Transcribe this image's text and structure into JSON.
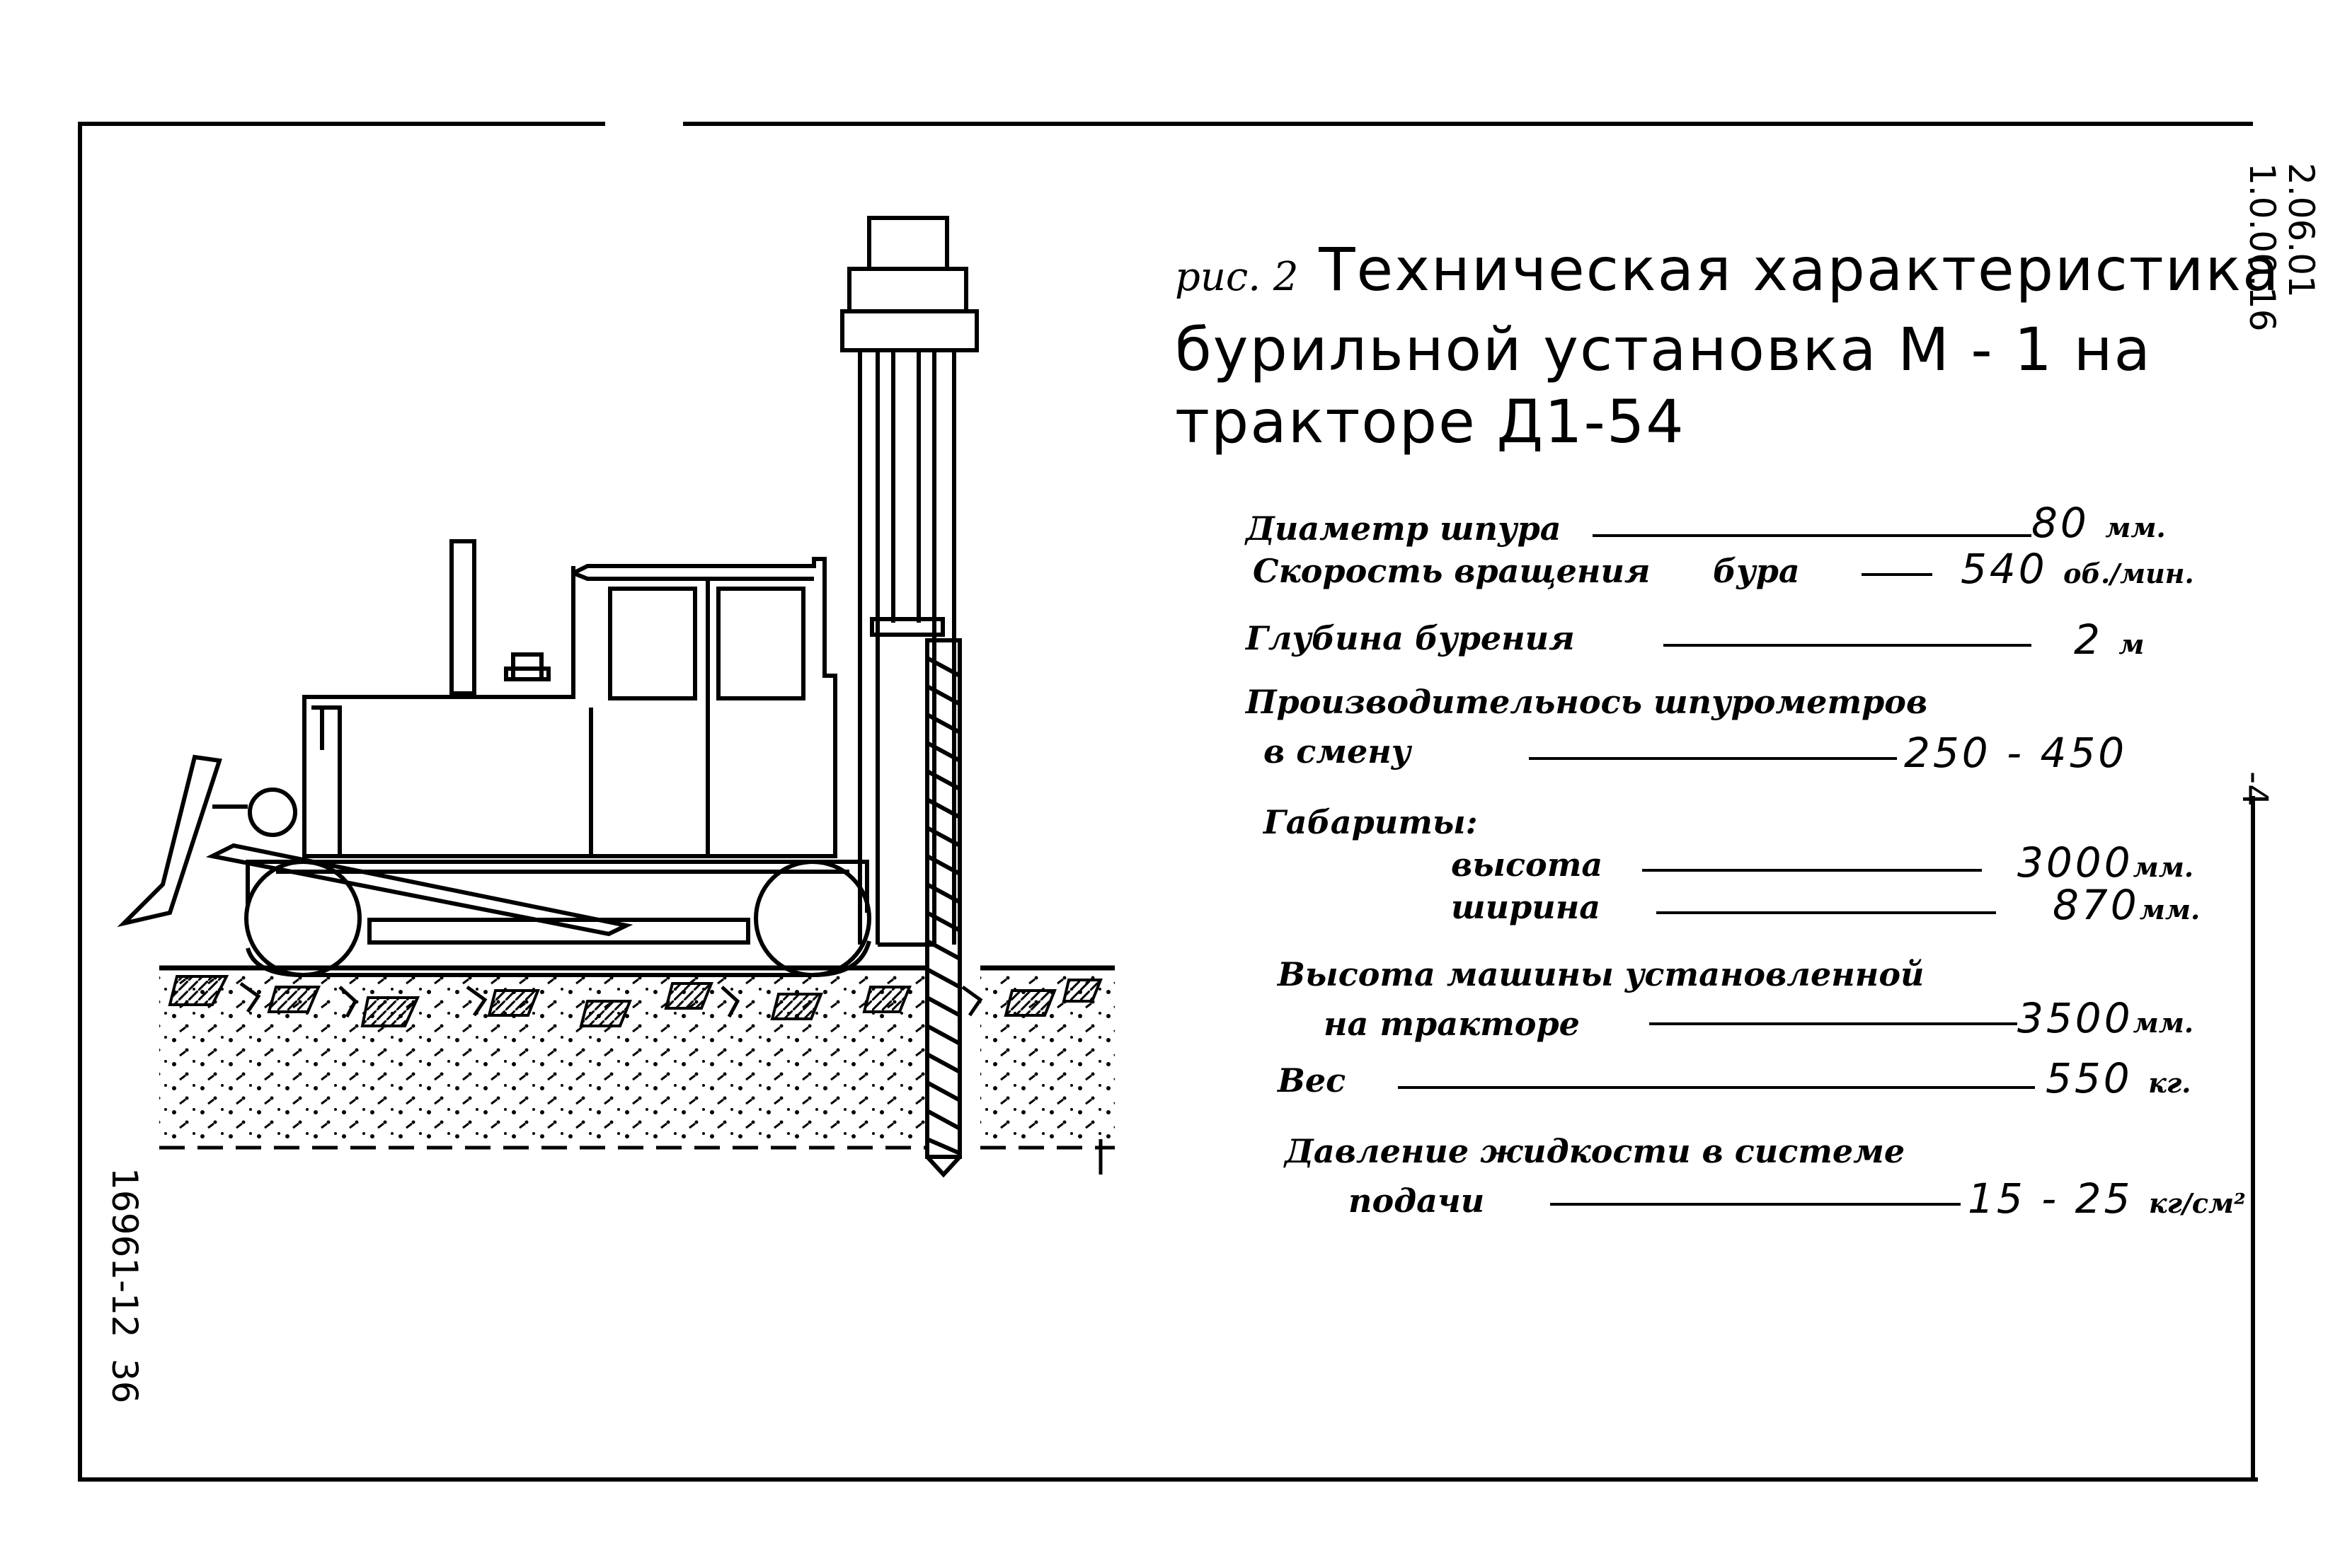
{
  "title": {
    "prefix": "рис. 2",
    "line1": "Техническая характеристика",
    "line2": "бурильной установка  М - 1  на",
    "line3": "тракторе  Д1-54"
  },
  "specs": [
    {
      "label": "Диаметр шпура",
      "value": "80",
      "unit": "мм."
    },
    {
      "label": "Скорость вращения",
      "label2": "бура",
      "value": "540",
      "unit": "об./мин."
    },
    {
      "label": "Глубина бурения",
      "value": "2",
      "unit": "м"
    },
    {
      "label": "Производительнось шпурометров",
      "label2": "в смену",
      "value": "250 - 450",
      "unit": ""
    },
    {
      "label": "Габариты:",
      "value": "",
      "unit": ""
    },
    {
      "label": "высота",
      "value": "3000",
      "unit": "мм."
    },
    {
      "label": "ширина",
      "value": "870",
      "unit": "мм."
    },
    {
      "label": "Высота машины установленной",
      "label2": "на тракторе",
      "value": "3500",
      "unit": "мм."
    },
    {
      "label": "Вес",
      "value": "550",
      "unit": "кг."
    },
    {
      "label": "Давление жидкости в системе",
      "label2": "подачи",
      "value": "15 - 25",
      "unit": "кг/см²"
    }
  ],
  "margin": {
    "top_right_code": "1.0.00.16",
    "top_right_code2": "2.06.01",
    "page_mark": "-4-",
    "left_code": "16961-12",
    "left_num": "36"
  }
}
